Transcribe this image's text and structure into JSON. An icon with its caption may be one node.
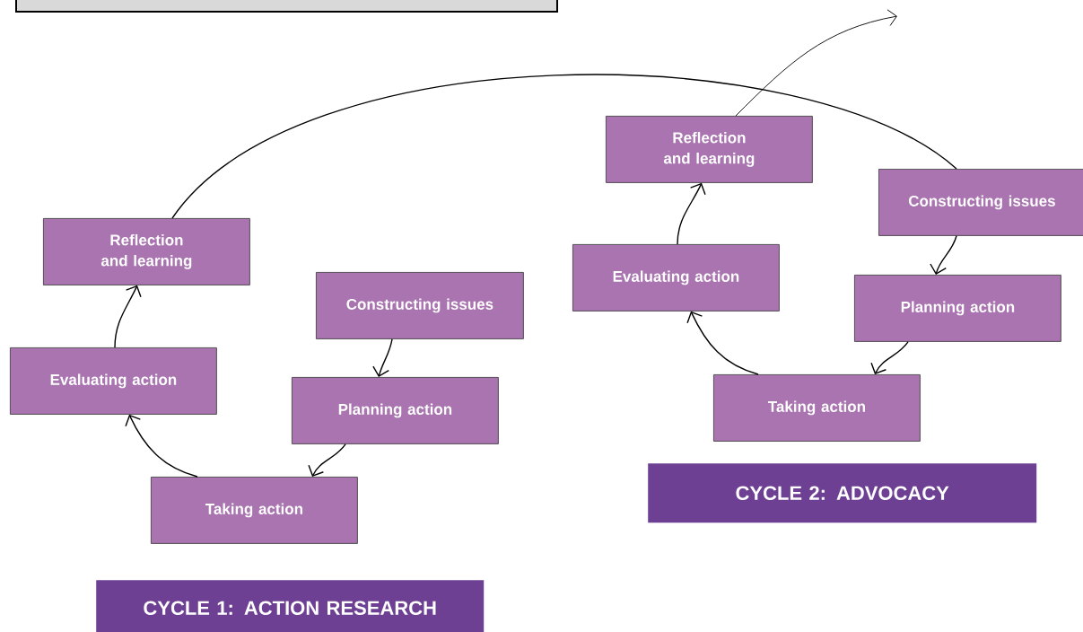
{
  "diagram": {
    "nodes": [
      {
        "text": [
          "Reflection and learning"
        ]
      },
      {
        "text": [
          "Constructing issues"
        ]
      },
      {
        "text": [
          "Evaluating action"
        ]
      },
      {
        "text": [
          "Planning action"
        ]
      },
      {
        "text": [
          "Taking action"
        ]
      },
      {
        "text": [
          "CYCLE 1: ACTION RESEARCH"
        ]
      },
      {
        "text": [
          "Reflection and learning"
        ]
      },
      {
        "text": [
          "Constructing issues"
        ]
      },
      {
        "text": [
          "Evaluating action"
        ]
      },
      {
        "text": [
          "Planning action"
        ]
      },
      {
        "text": [
          "Taking action"
        ]
      },
      {
        "text": [
          "CYCLE 2: ADVOCACY"
        ]
      }
    ],
    "edges": [
      {
        "from": 1,
        "to": 3,
        "arrow": "to"
      },
      {
        "from": 3,
        "to": 4,
        "arrow": "to"
      },
      {
        "from": 4,
        "to": 2,
        "arrow": "to"
      },
      {
        "from": 2,
        "to": 0,
        "arrow": "to"
      },
      {
        "from": 0,
        "to": 7,
        "arrow": "none"
      },
      {
        "from": 7,
        "to": 9,
        "arrow": "to"
      },
      {
        "from": 9,
        "to": 10,
        "arrow": "to"
      },
      {
        "from": 10,
        "to": 8,
        "arrow": "to"
      },
      {
        "from": 8,
        "to": 6,
        "arrow": "to"
      },
      {
        "from": 6,
        "to": null,
        "arrow": "to"
      }
    ]
  }
}
